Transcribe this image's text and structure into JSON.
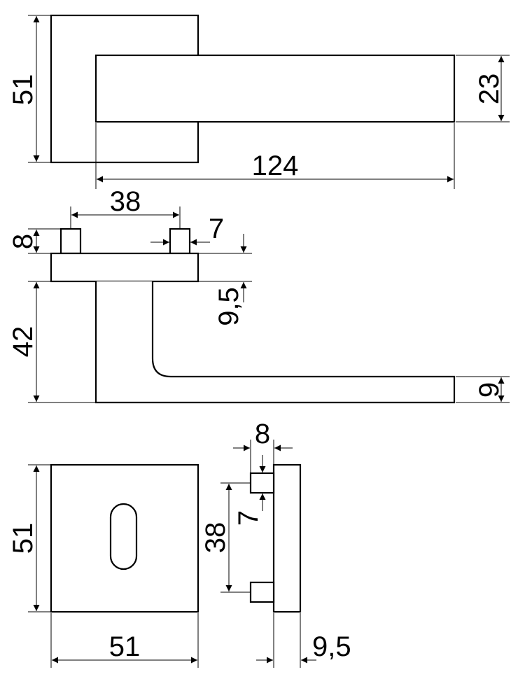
{
  "dimensions": {
    "top_view": {
      "rose_height": "51",
      "handle_thickness": "23",
      "handle_length": "124"
    },
    "side_view": {
      "pin_spacing": "38",
      "pin_width": "7",
      "pin_height": "8",
      "handle_drop": "42",
      "rose_thickness": "9,5",
      "handle_bar_thickness": "9"
    },
    "escutcheon_front": {
      "height": "51",
      "width": "51"
    },
    "escutcheon_side": {
      "pin_width": "8",
      "pin_height": "7",
      "pin_spacing": "38",
      "thickness": "9,5"
    }
  }
}
